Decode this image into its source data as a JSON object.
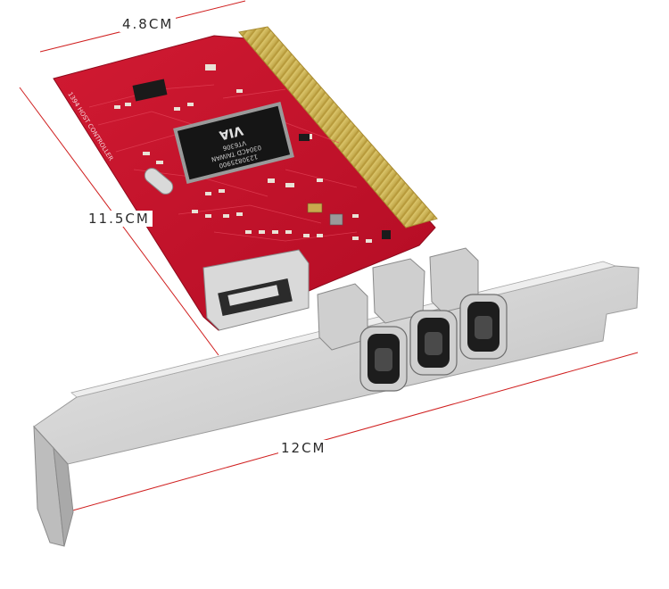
{
  "dimensions": {
    "width_label": "4.8CM",
    "height_label": "11.5CM",
    "length_label": "12CM"
  },
  "chip": {
    "logo_text": "VIA",
    "line1": "VT6306",
    "line2": "0304CD TAIWAN",
    "line3": "1230825900"
  },
  "board_silk": {
    "edge_text": "1394 HOST CONTROLLER"
  },
  "colors": {
    "pcb": "#c8102e",
    "gold": "#d8c160",
    "bracket": "#d4d4d4",
    "dim_line": "#d02020"
  }
}
